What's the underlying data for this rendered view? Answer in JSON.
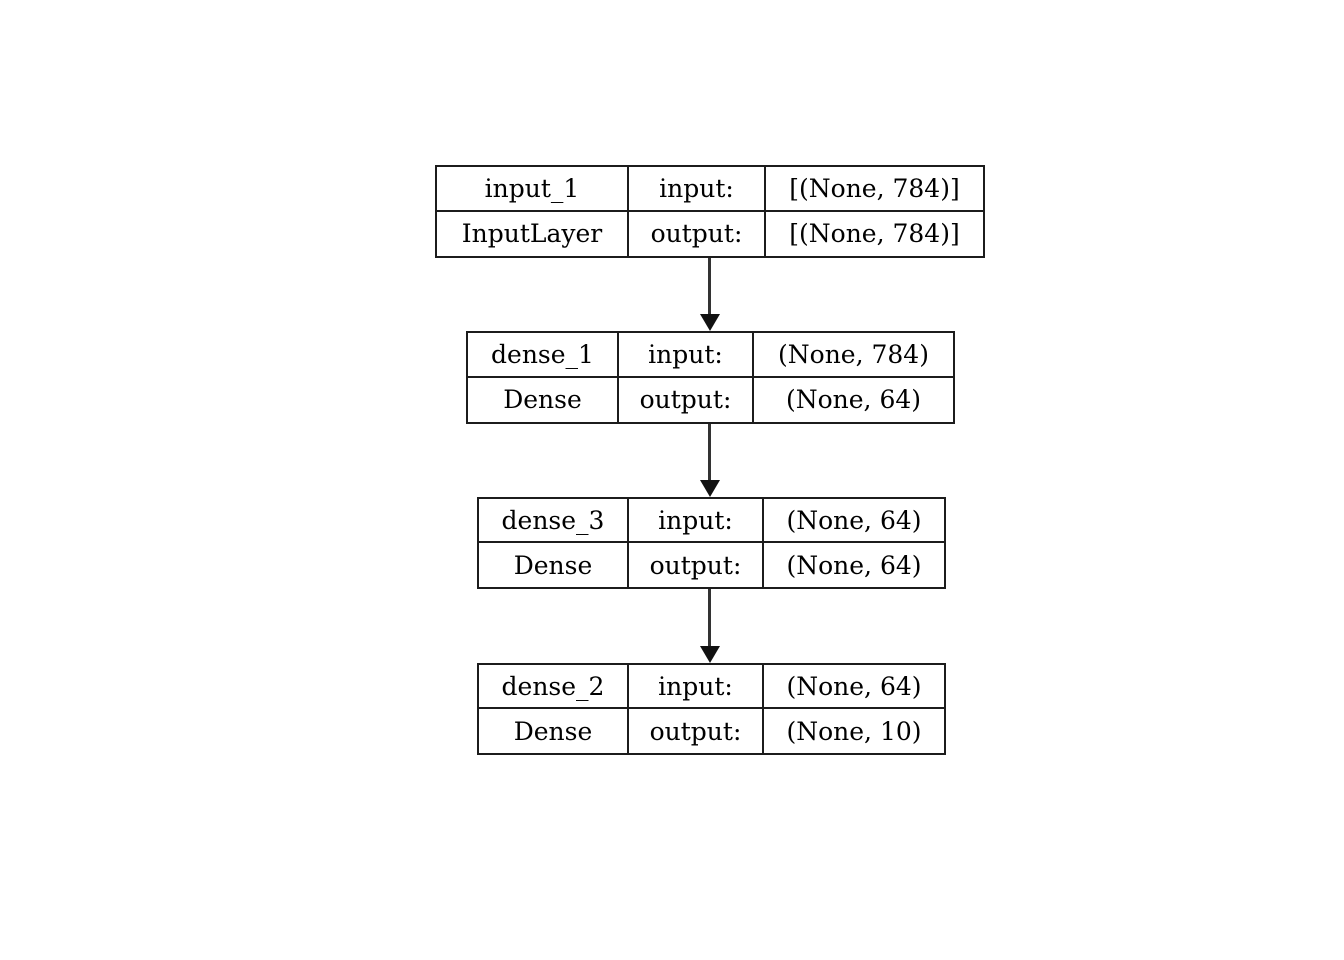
{
  "diagram": {
    "type": "keras-model-architecture",
    "background_color": "#ffffff",
    "border_color": "#1c1c1c",
    "text_color": "#000000",
    "nodes": [
      {
        "name": "input_1",
        "layer_type": "InputLayer",
        "input_label": "input:",
        "output_label": "output:",
        "input_shape": "[(None, 784)]",
        "output_shape": "[(None, 784)]"
      },
      {
        "name": "dense_1",
        "layer_type": "Dense",
        "input_label": "input:",
        "output_label": "output:",
        "input_shape": "(None, 784)",
        "output_shape": "(None, 64)"
      },
      {
        "name": "dense_3",
        "layer_type": "Dense",
        "input_label": "input:",
        "output_label": "output:",
        "input_shape": "(None, 64)",
        "output_shape": "(None, 64)"
      },
      {
        "name": "dense_2",
        "layer_type": "Dense",
        "input_label": "input:",
        "output_label": "output:",
        "input_shape": "(None, 64)",
        "output_shape": "(None, 10)"
      }
    ],
    "edges": [
      {
        "from": "input_1",
        "to": "dense_1"
      },
      {
        "from": "dense_1",
        "to": "dense_3"
      },
      {
        "from": "dense_3",
        "to": "dense_2"
      }
    ]
  }
}
